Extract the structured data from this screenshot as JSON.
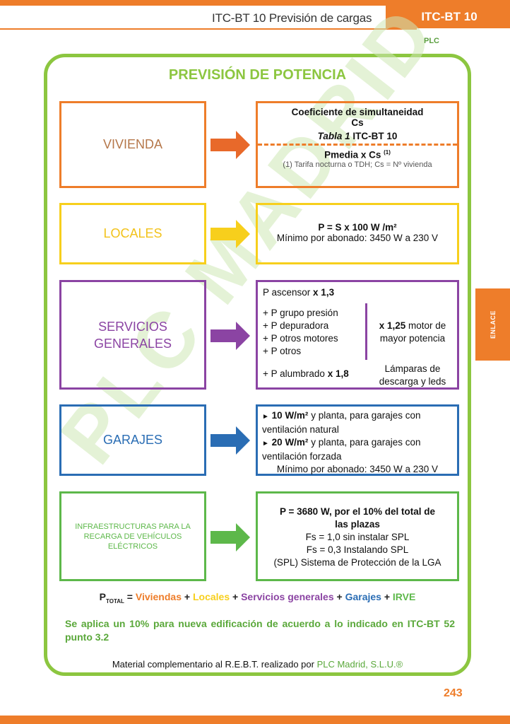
{
  "header": {
    "title": "ITC-BT 10 Previsión de cargas",
    "tag": "ITC-BT 10",
    "logo": "PLC"
  },
  "side_tab": "ENLACE",
  "main_title": "PREVISIÓN DE POTENCIA",
  "watermark": "PLC MADRID",
  "colors": {
    "orange": "#ee7d2a",
    "yellow": "#f7cf1c",
    "purple": "#8b44a3",
    "blue": "#2a6db4",
    "green": "#5db84a",
    "frame": "#8cc640"
  },
  "rows": {
    "vivienda": {
      "label": "VIVIENDA",
      "line1": "Coeficiente de simultaneidad",
      "line2": "Cs",
      "line3_italic": "Tabla 1",
      "line3_rest": " ITC-BT 10",
      "line4": "Pmedia x Cs",
      "line4_sup": "(1)",
      "line5": "(1) Tarifa nocturna o TDH; Cs = Nº vivienda"
    },
    "locales": {
      "label": "LOCALES",
      "line1": "P = S x 100 W /m²",
      "line2": "Mínimo por abonado: 3450 W a 230 V"
    },
    "servicios": {
      "label_1": "SERVICIOS",
      "label_2": "GENERALES",
      "ascensor_a": "P ascensor ",
      "ascensor_b": "x 1,3",
      "items": [
        "+ P grupo presión",
        "+ P depuradora",
        "+ P otros motores",
        "+ P otros"
      ],
      "factor_a": "x 1,25",
      "factor_b": " motor de",
      "factor_c": "mayor potencia",
      "alumbrado_a": "+ P alumbrado ",
      "alumbrado_b": "x 1,8",
      "lamparas_1": "Lámparas de",
      "lamparas_2": "descarga y leds"
    },
    "garajes": {
      "label": "GARAJES",
      "bullet1_b": "10 W/m²",
      "bullet1_r": " y planta, para garajes con",
      "bullet1_cont": "ventilación natural",
      "bullet2_b": "20 W/m²",
      "bullet2_r": " y planta, para garajes con",
      "bullet2_cont": "ventilación forzada",
      "min": "Mínimo por abonado: 3450 W a 230 V"
    },
    "irve": {
      "label": "INFRAESTRUCTURAS PARA LA RECARGA DE VEHÍCULOS ELÉCTRICOS",
      "line1": "P = 3680 W, por el 10% del total de",
      "line2": "las plazas",
      "line3": "Fs = 1,0 sin instalar SPL",
      "line4": "Fs = 0,3 Instalando SPL",
      "line5": "(SPL) Sistema de Protección de la LGA"
    }
  },
  "formula": {
    "p": "P",
    "sub": "TOTAL",
    "eq": " = ",
    "viviendas": "Viviendas",
    "plus": " + ",
    "locales": "Locales",
    "servicios": "Servicios generales",
    "garajes": "Garajes",
    "irve": "IRVE"
  },
  "note": "Se aplica un 10% para nueva edificación de acuerdo a lo indicado en ITC-BT 52 punto 3.2",
  "footer": {
    "text": "Material complementario al R.E.B.T. realizado por ",
    "brand": "PLC Madrid, S.L.U.®"
  },
  "page_number": "243"
}
